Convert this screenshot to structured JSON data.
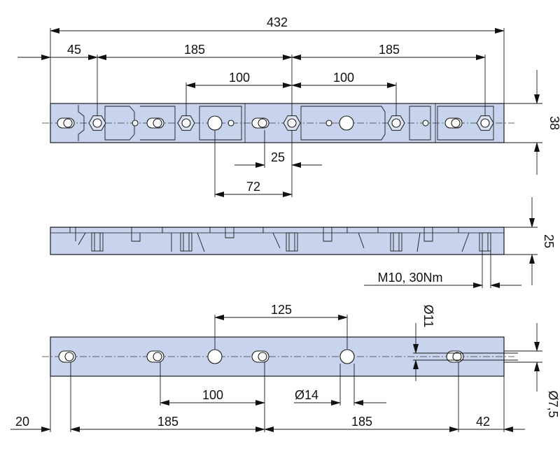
{
  "colors": {
    "part_fill": "#c8d4ee",
    "line": "#1a1a1a",
    "background": "#ffffff"
  },
  "top_view": {
    "overall_length": "432",
    "left_offset": "45",
    "pitch_left": "185",
    "pitch_right": "185",
    "inner_left": "100",
    "inner_right": "100",
    "width": "38",
    "offset_25": "25",
    "offset_72": "72"
  },
  "side_view": {
    "height": "25",
    "thread_spec": "M10, 30Nm"
  },
  "bottom_view": {
    "hole_spacing_125": "125",
    "hole_dia_11": "Ø11",
    "spacing_100": "100",
    "hole_dia_14": "Ø14",
    "edge_left_20": "20",
    "pitch_185_left": "185",
    "pitch_185_right": "185",
    "edge_right_42": "42",
    "slot_width": "Ø7,5"
  }
}
